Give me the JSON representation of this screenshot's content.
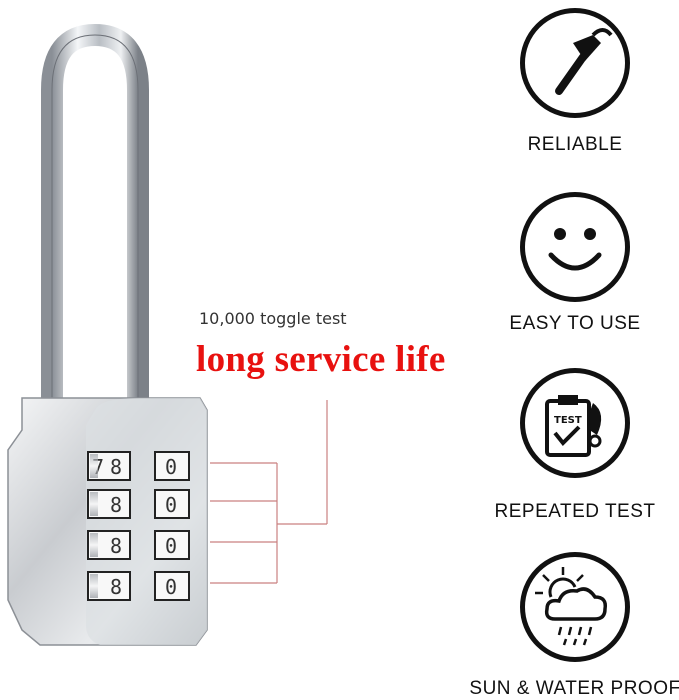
{
  "callout": {
    "tagline": "10,000 toggle test",
    "headline": "long service life"
  },
  "lock": {
    "dials": [
      {
        "left_digit": "7",
        "mid_digit": "8",
        "right_digit": "0"
      },
      {
        "left_digit": "8",
        "mid_digit": "",
        "right_digit": "0"
      },
      {
        "left_digit": "8",
        "mid_digit": "",
        "right_digit": "0"
      },
      {
        "left_digit": "8",
        "mid_digit": "",
        "right_digit": "0"
      }
    ]
  },
  "features": [
    {
      "icon": "hammer-icon",
      "label": "RELIABLE"
    },
    {
      "icon": "smiley-icon",
      "label": "EASY TO USE"
    },
    {
      "icon": "test-clipboard-icon",
      "label": "REPEATED TEST"
    },
    {
      "icon": "sun-cloud-rain-icon",
      "label": "SUN & WATER PROOF"
    }
  ],
  "colors": {
    "accent_red": "#e8110f",
    "line_red": "#c98080",
    "icon_black": "#111111"
  }
}
